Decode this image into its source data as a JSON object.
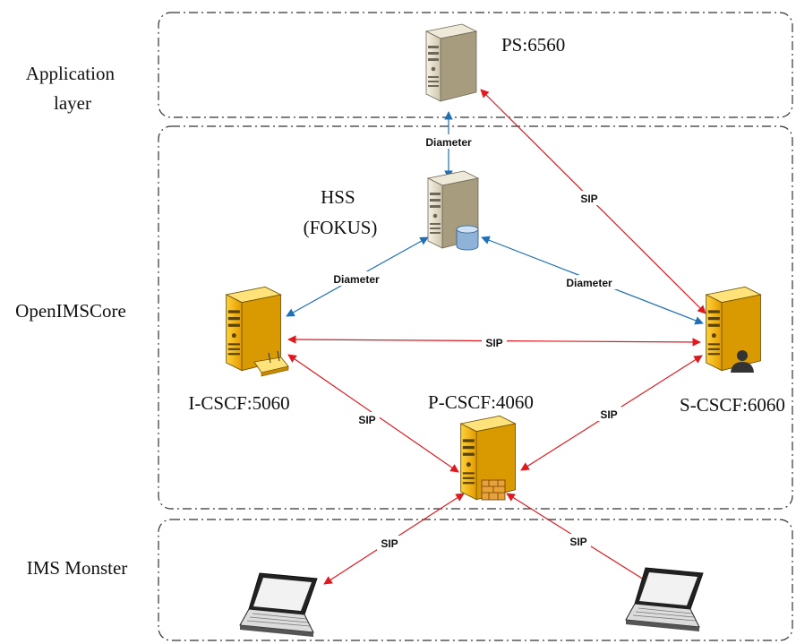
{
  "layers": [
    {
      "id": "application",
      "label_lines": [
        "Application",
        "layer"
      ]
    },
    {
      "id": "core",
      "label_lines": [
        "OpenIMSCore"
      ]
    },
    {
      "id": "monster",
      "label_lines": [
        "IMS Monster"
      ]
    }
  ],
  "nodes": {
    "ps": {
      "label_lines": [
        "PS:6560"
      ],
      "icon": "server-icon"
    },
    "hss": {
      "label_lines": [
        "HSS",
        "(FOKUS)"
      ],
      "icon": "database-server-icon"
    },
    "icscf": {
      "label_lines": [
        "I-CSCF:5060"
      ],
      "icon": "router-server-icon"
    },
    "scscf": {
      "label_lines": [
        "S-CSCF:6060"
      ],
      "icon": "user-server-icon"
    },
    "pcscf": {
      "label_lines": [
        "P-CSCF:4060"
      ],
      "icon": "firewall-server-icon"
    },
    "laptop1": {
      "label_lines": [],
      "icon": "laptop-icon"
    },
    "laptop2": {
      "label_lines": [],
      "icon": "laptop-icon"
    }
  },
  "edges": [
    {
      "id": "ps-hss",
      "label": "Diameter",
      "color": "#1f6fb5"
    },
    {
      "id": "ps-scscf",
      "label": "SIP",
      "color": "#e0191f"
    },
    {
      "id": "hss-icscf",
      "label": "Diameter",
      "color": "#1f6fb5"
    },
    {
      "id": "hss-scscf",
      "label": "Diameter",
      "color": "#1f6fb5"
    },
    {
      "id": "icscf-scscf",
      "label": "SIP",
      "color": "#e0191f"
    },
    {
      "id": "icscf-pcscf",
      "label": "SIP",
      "color": "#e0191f"
    },
    {
      "id": "scscf-pcscf",
      "label": "SIP",
      "color": "#e0191f"
    },
    {
      "id": "pcscf-laptop1",
      "label": "SIP",
      "color": "#e0191f"
    },
    {
      "id": "pcscf-laptop2",
      "label": "SIP",
      "color": "#e0191f"
    }
  ],
  "colors": {
    "diameter": "#1f6fb5",
    "sip": "#e0191f",
    "gold_server": "#f5b800",
    "grey_server": "#e6e0cf"
  }
}
